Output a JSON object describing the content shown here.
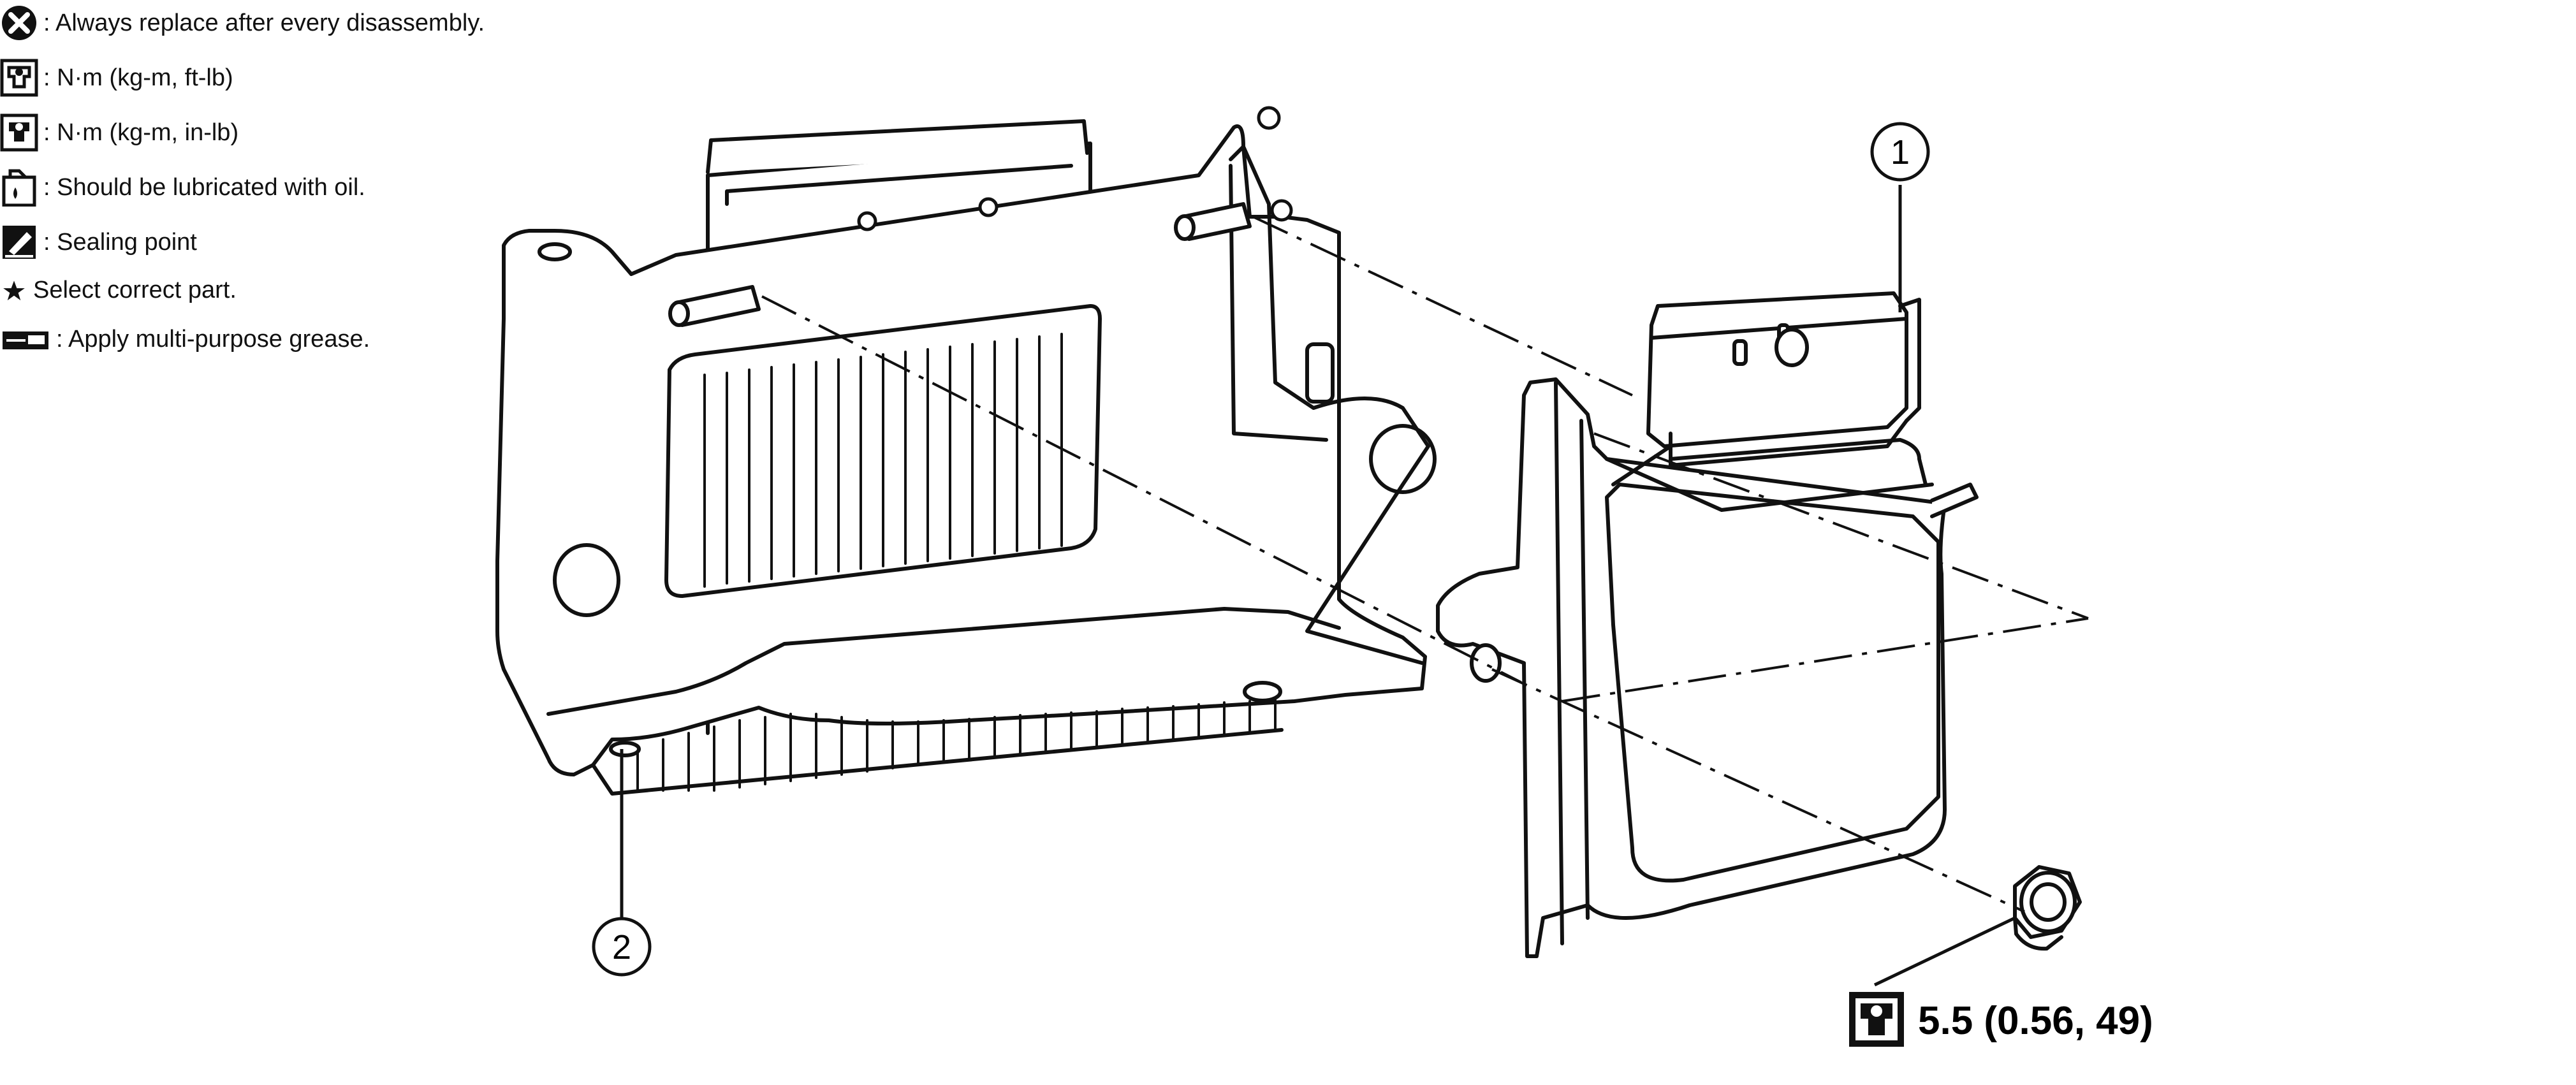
{
  "legend": {
    "items": [
      {
        "icon": "replace-x-icon",
        "text": ": Always replace after every disassembly."
      },
      {
        "icon": "torque-wrench-ftlb-icon",
        "text": ": N·m (kg-m, ft-lb)"
      },
      {
        "icon": "torque-wrench-inlb-icon",
        "text": ": N·m (kg-m, in-lb)"
      },
      {
        "icon": "oil-can-icon",
        "text": ": Should be lubricated with oil."
      },
      {
        "icon": "sealing-point-icon",
        "text": ": Sealing point"
      },
      {
        "icon": "star-icon",
        "text": "Select correct part."
      },
      {
        "icon": "grease-tube-icon",
        "text": ": Apply multi-purpose grease."
      }
    ]
  },
  "callouts": {
    "part1": "1",
    "part2": "2"
  },
  "torque": {
    "icon": "torque-wrench-inlb-icon",
    "value": "5.5 (0.56, 49)"
  }
}
